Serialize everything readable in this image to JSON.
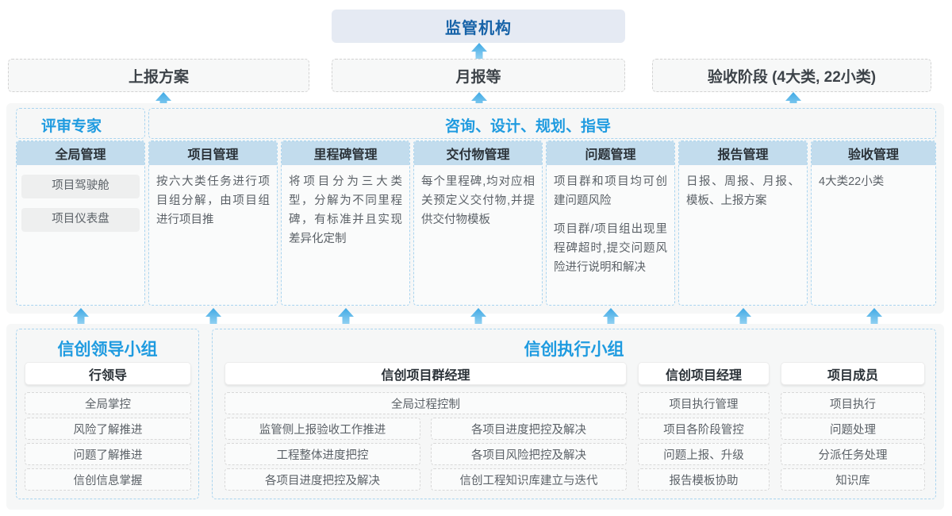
{
  "top": {
    "regulator": "监管机构"
  },
  "reports": [
    {
      "label": "上报方案"
    },
    {
      "label": "月报等"
    },
    {
      "label": "验收阶段 (4大类, 22小类)"
    }
  ],
  "middle": {
    "groups": [
      {
        "title": "评审专家"
      },
      {
        "title": "咨询、设计、规划、指导"
      }
    ],
    "columns": [
      {
        "head": "全局管理",
        "pills": [
          "项目驾驶舱",
          "项目仪表盘"
        ],
        "paragraphs": []
      },
      {
        "head": "项目管理",
        "pills": [],
        "paragraphs": [
          "按六大类任务进行项目组分解，由项目组进行项目推"
        ]
      },
      {
        "head": "里程碑管理",
        "pills": [],
        "paragraphs": [
          "将项目分为三大类型，分解为不同里程碑，有标准并且实现差异化定制"
        ]
      },
      {
        "head": "交付物管理",
        "pills": [],
        "paragraphs": [
          "每个里程碑,均对应相关预定义交付物,并提供交付物模板"
        ]
      },
      {
        "head": "问题管理",
        "pills": [],
        "paragraphs": [
          "项目群和项目均可创建问题风险",
          "项目群/项目组出现里程碑超时,提交问题风险进行说明和解决"
        ]
      },
      {
        "head": "报告管理",
        "pills": [],
        "paragraphs": [
          "日报、周报、月报、模板、上报方案"
        ]
      },
      {
        "head": "验收管理",
        "pills": [],
        "paragraphs": [
          "4大类22小类"
        ]
      }
    ]
  },
  "bottom": {
    "leading_group": {
      "title": "信创领导小组",
      "role": "行领导",
      "items": [
        "全局掌控",
        "风险了解推进",
        "问题了解推进",
        "信创信息掌握"
      ]
    },
    "exec_group": {
      "title": "信创执行小组",
      "roles": [
        {
          "name": "信创项目群经理",
          "full_width_item": "全局过程控制",
          "left_items": [
            "监管侧上报验收工作推进",
            "工程整体进度把控",
            "各项目进度把控及解决"
          ],
          "right_items": [
            "各项目进度把控及解决",
            "各项目风险把控及解决",
            "信创工程知识库建立与迭代"
          ]
        },
        {
          "name": "信创项目经理",
          "items": [
            "项目执行管理",
            "项目各阶段管控",
            "问题上报、升级",
            "报告模板协助"
          ]
        },
        {
          "name": "项目成员",
          "items": [
            "项目执行",
            "问题处理",
            "分派任务处理",
            "知识库"
          ]
        }
      ]
    }
  },
  "colors": {
    "accent_blue": "#1f9be0",
    "title_blue": "#1763a8",
    "head_fill": "#c2dced",
    "top_fill": "#e5eaf3",
    "arrow": "#4cb3e8"
  }
}
